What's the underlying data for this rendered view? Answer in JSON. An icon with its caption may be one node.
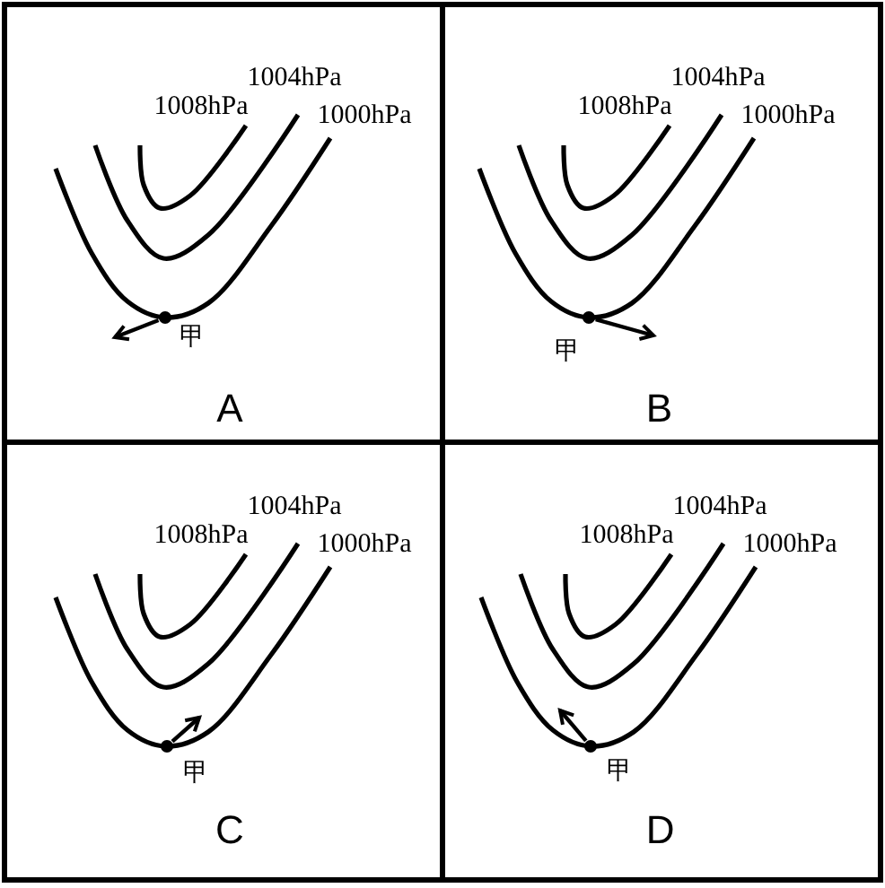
{
  "diagram": {
    "nodes": [
      {
        "text": [
          "A"
        ]
      },
      {
        "text": [],
        "shape": "circle",
        "in": 0,
        "beside": [
          "甲"
        ]
      },
      {
        "text": [
          "B"
        ]
      },
      {
        "text": [],
        "shape": "circle",
        "in": 2,
        "beside": [
          "甲"
        ]
      },
      {
        "text": [
          "C"
        ]
      },
      {
        "text": [],
        "shape": "circle",
        "in": 4,
        "beside": [
          "甲"
        ]
      },
      {
        "text": [
          "D"
        ]
      },
      {
        "text": [],
        "shape": "circle",
        "in": 6,
        "beside": [
          "甲"
        ]
      }
    ],
    "edges": [
      {
        "from": 1,
        "to": null,
        "arrow": "to"
      },
      {
        "from": 3,
        "to": null,
        "arrow": "to"
      },
      {
        "from": 5,
        "to": null,
        "arrow": "to"
      },
      {
        "from": 7,
        "to": null,
        "arrow": "to"
      }
    ],
    "labels": [
      "1004hPa",
      "1008hPa",
      "1000hPa",
      "1004hPa",
      "1008hPa",
      "1000hPa",
      "1004hPa",
      "1008hPa",
      "1000hPa",
      "1004hPa",
      "1008hPa",
      "1000hPa"
    ]
  }
}
